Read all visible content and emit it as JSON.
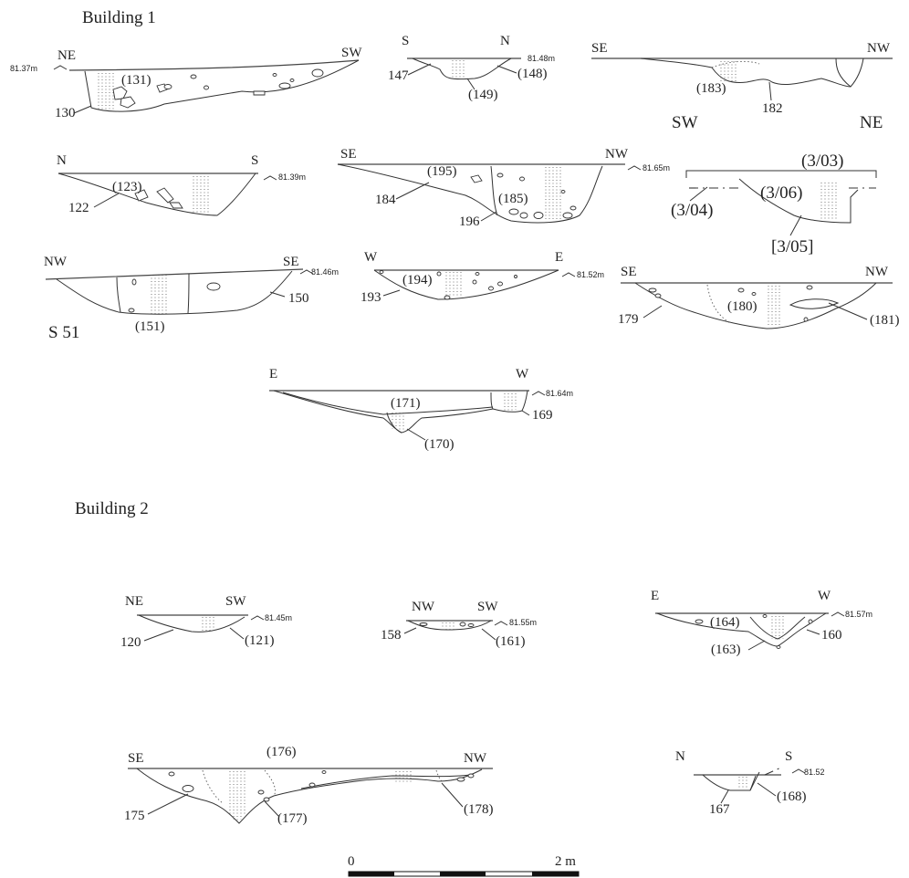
{
  "building1": {
    "title": "Building 1",
    "profile1": {
      "left": "NE",
      "right": "SW",
      "elevation": "81.37m",
      "labels": [
        "(131)",
        "130"
      ]
    },
    "profile2": {
      "left": "S",
      "right": "N",
      "elevation": "81.48m",
      "labels": [
        "147",
        "(148)",
        "(149)"
      ]
    },
    "profile3": {
      "left": "SE",
      "right": "NW",
      "labels": [
        "(183)",
        "182"
      ]
    },
    "orient": {
      "left": "SW",
      "right": "NE"
    },
    "profile4": {
      "left": "N",
      "right": "S",
      "elevation": "81.39m",
      "labels": [
        "(123)",
        "122"
      ]
    },
    "profile5": {
      "left": "SE",
      "right": "NW",
      "elevation": "81.65m",
      "labels": [
        "(195)",
        "(185)",
        "184",
        "196"
      ]
    },
    "profile6": {
      "labels": [
        "(3/03)",
        "(3/06)",
        "(3/04)",
        "[3/05]"
      ]
    },
    "profile7": {
      "left": "NW",
      "right": "SE",
      "elevation": "81.46m",
      "labels": [
        "150",
        "(151)"
      ],
      "section": "S 51"
    },
    "profile8": {
      "left": "W",
      "right": "E",
      "elevation": "81.52m",
      "labels": [
        "(194)",
        "193"
      ]
    },
    "profile9": {
      "left": "SE",
      "right": "NW",
      "labels": [
        "(180)",
        "179",
        "(181)"
      ]
    },
    "profile10": {
      "left": "E",
      "right": "W",
      "elevation": "81.64m",
      "labels": [
        "(171)",
        "169",
        "(170)"
      ]
    }
  },
  "building2": {
    "title": "Building 2",
    "profile1": {
      "left": "NE",
      "right": "SW",
      "elevation": "81.45m",
      "labels": [
        "120",
        "(121)"
      ]
    },
    "profile2": {
      "left": "NW",
      "right": "SW",
      "elevation": "81.55m",
      "labels": [
        "158",
        "(161)"
      ]
    },
    "profile3": {
      "left": "E",
      "right": "W",
      "elevation": "81.57m",
      "labels": [
        "(164)",
        "160",
        "(163)"
      ]
    },
    "profile4": {
      "left": "SE",
      "right": "NW",
      "labels": [
        "(176)",
        "175",
        "(177)",
        "(178)"
      ]
    },
    "profile5": {
      "left": "N",
      "right": "S",
      "elevation": "81.52",
      "labels": [
        "167",
        "(168)"
      ]
    }
  },
  "scale": {
    "start": "0",
    "end": "2 m"
  }
}
